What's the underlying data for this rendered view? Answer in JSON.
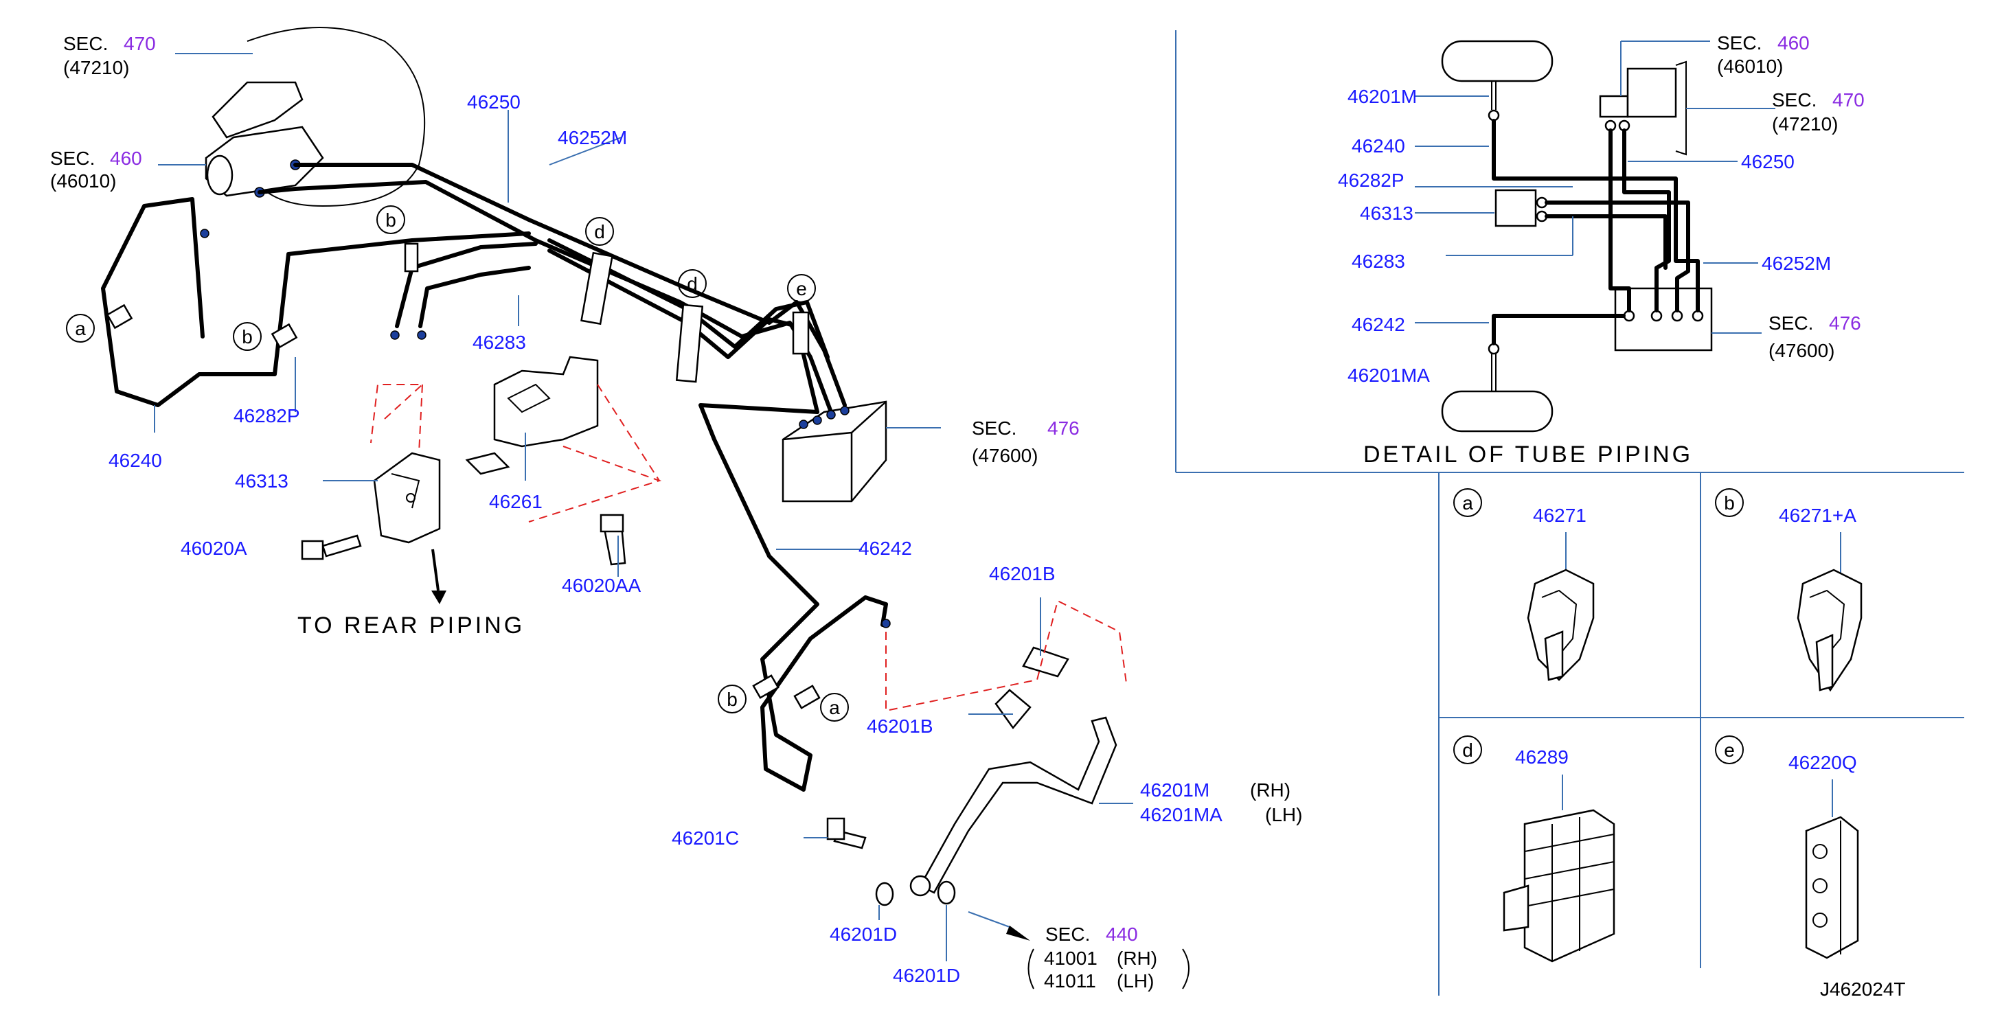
{
  "diagram_id": "J462024T",
  "main_labels": {
    "sec470_prefix": "SEC.",
    "sec470_num": "470",
    "sec470_code": "(47210)",
    "sec460_prefix": "SEC.",
    "sec460_num": "460",
    "sec460_code": "(46010)",
    "p46250": "46250",
    "p46252m": "46252M",
    "p46240": "46240",
    "p46283": "46283",
    "p46282p": "46282P",
    "p46313": "46313",
    "p46261": "46261",
    "p46020a": "46020A",
    "p46020aa": "46020AA",
    "to_rear": "TO  REAR  PIPING",
    "sec476_prefix": "SEC.",
    "sec476_num": "476",
    "sec476_code": "(47600)",
    "p46242": "46242",
    "p46201b_1": "46201B",
    "p46201b_2": "46201B",
    "p46201m": "46201M",
    "rh": "(RH)",
    "p46201ma": "46201MA",
    "lh": "(LH)",
    "p46201c": "46201C",
    "p46201d_1": "46201D",
    "p46201d_2": "46201D",
    "sec440_prefix": "SEC.",
    "sec440_num": "440",
    "p41001": "41001",
    "p41001_side": "(RH)",
    "p41011": "41011",
    "p41011_side": "(LH)"
  },
  "callouts": {
    "a": "a",
    "b": "b",
    "d": "d",
    "e": "e"
  },
  "detail": {
    "title": "DETAIL  OF  TUBE  PIPING",
    "p46201m": "46201M",
    "p46240": "46240",
    "p46282p": "46282P",
    "p46313": "46313",
    "p46283": "46283",
    "p46242": "46242",
    "p46201ma": "46201MA",
    "sec460_prefix": "SEC.",
    "sec460_num": "460",
    "sec460_code": "(46010)",
    "sec470_prefix": "SEC.",
    "sec470_num": "470",
    "sec470_code": "(47210)",
    "p46250": "46250",
    "p46252m": "46252M",
    "sec476_prefix": "SEC.",
    "sec476_num": "476",
    "sec476_code": "(47600)"
  },
  "clips": {
    "a_label": "a",
    "a_part": "46271",
    "b_label": "b",
    "b_part": "46271+A",
    "d_label": "d",
    "d_part": "46289",
    "e_label": "e",
    "e_part": "46220Q"
  },
  "colors": {
    "part_number": "#1a1aff",
    "section_number": "#8a2be2",
    "leader": "#3a6fb0",
    "dashed_guide": "#e02020"
  }
}
